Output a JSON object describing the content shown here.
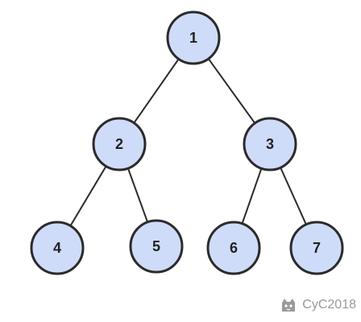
{
  "diagram": {
    "type": "binary-tree",
    "nodes": [
      {
        "id": "n1",
        "label": "1"
      },
      {
        "id": "n2",
        "label": "2"
      },
      {
        "id": "n3",
        "label": "3"
      },
      {
        "id": "n4",
        "label": "4"
      },
      {
        "id": "n5",
        "label": "5"
      },
      {
        "id": "n6",
        "label": "6"
      },
      {
        "id": "n7",
        "label": "7"
      }
    ],
    "edges": [
      {
        "from": "n1",
        "to": "n2"
      },
      {
        "from": "n1",
        "to": "n3"
      },
      {
        "from": "n2",
        "to": "n4"
      },
      {
        "from": "n2",
        "to": "n5"
      },
      {
        "from": "n3",
        "to": "n6"
      },
      {
        "from": "n3",
        "to": "n7"
      }
    ],
    "colors": {
      "node_fill": "#cfdcf9",
      "node_stroke": "#2b2b2b",
      "edge": "#2b2b2b",
      "label": "#222222"
    }
  },
  "watermark": {
    "icon": "github-cat-icon",
    "text": "CyC2018"
  }
}
